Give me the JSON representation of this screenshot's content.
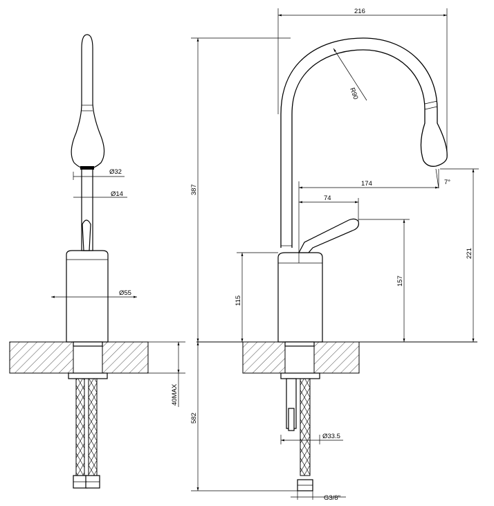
{
  "dimensions": {
    "top_width": "216",
    "arc_radius": "R90",
    "total_height": "387",
    "spout_reach": "174",
    "spout_angle": "7°",
    "lever_reach": "74",
    "spout_height": "221",
    "lever_height": "157",
    "body_height": "115",
    "hose_length": "582",
    "thread": "G3/8\"",
    "tail_diameter": "Ø33.5",
    "spout_tip_diameter": "Ø32",
    "spout_stem_diameter": "Ø14",
    "body_diameter": "Ø55",
    "deck_thickness": "40MAX"
  }
}
